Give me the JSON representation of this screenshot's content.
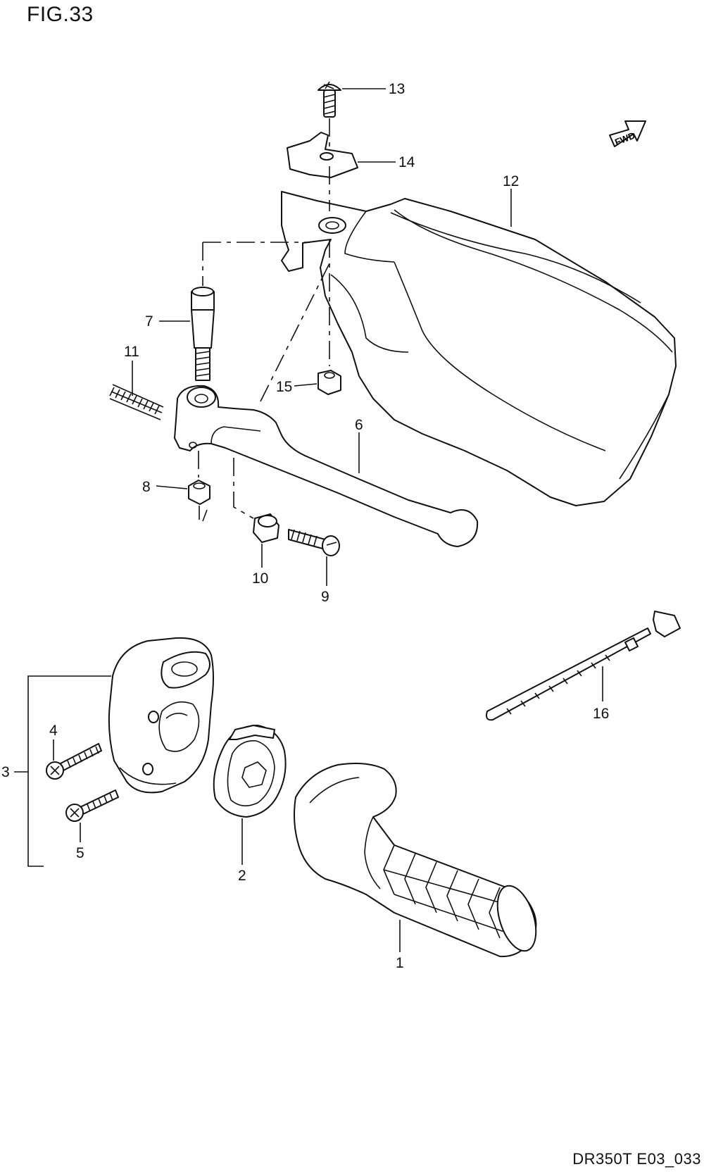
{
  "figure_label": "FIG.33",
  "drawing_code": "DR350T E03_033",
  "direction_tag": "FWD",
  "callouts": [
    {
      "id": "p1",
      "text": "1"
    },
    {
      "id": "p2",
      "text": "2"
    },
    {
      "id": "p3",
      "text": "3"
    },
    {
      "id": "p4",
      "text": "4"
    },
    {
      "id": "p5",
      "text": "5"
    },
    {
      "id": "p6",
      "text": "6"
    },
    {
      "id": "p7",
      "text": "7"
    },
    {
      "id": "p8",
      "text": "8"
    },
    {
      "id": "p9",
      "text": "9"
    },
    {
      "id": "p10",
      "text": "10"
    },
    {
      "id": "p11",
      "text": "11"
    },
    {
      "id": "p12",
      "text": "12"
    },
    {
      "id": "p13",
      "text": "13"
    },
    {
      "id": "p14",
      "text": "14"
    },
    {
      "id": "p15",
      "text": "15"
    },
    {
      "id": "p16",
      "text": "16"
    }
  ]
}
